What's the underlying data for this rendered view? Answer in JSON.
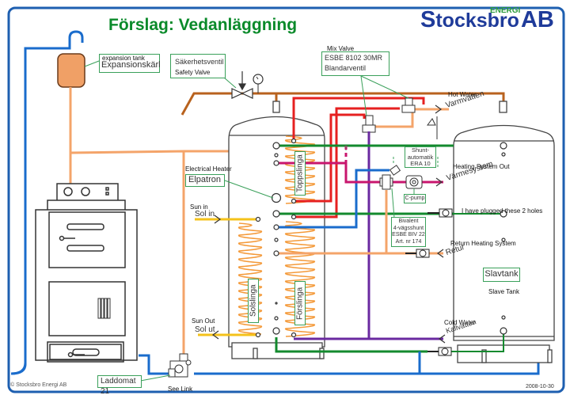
{
  "title": "Förslag: Vedanläggning",
  "logo": {
    "brand_first": "S",
    "brand_rest": "tocksbro",
    "energi": "ENERGI",
    "suffix": "AB"
  },
  "labels": {
    "expansion_tank_en": "expansion tank",
    "expansion_tank_sv": "Expansionskärl",
    "safety_valve_sv": "Säkerhetsventil",
    "safety_valve_en": "Safety Valve",
    "mix_valve_en": "Mix Valve",
    "mix_valve_model": "ESBE 8102 30MR",
    "mix_valve_sv": "Blandarventil",
    "hot_water_en": "Hot Water",
    "hot_water_sv": "Varmvatten",
    "shunt_line1": "Shunt-",
    "shunt_line2": "automatik",
    "shunt_line3": "ERA 10",
    "heating_out_en": "Heating System Out",
    "heating_out_sv": "Värmesystem",
    "cpump": "C-pump",
    "plugged_note": "I have plugged these 2 holes",
    "bivalent_line1": "Bivalent",
    "bivalent_line2": "4-vägsshunt",
    "bivalent_line3": "ESBE BIV 22",
    "bivalent_line4": "Art. nr 174",
    "return_heating_en": "Return Heating System",
    "return_heating_sv": "Retur",
    "electrical_heater_en": "Electrical Heater",
    "elpatron": "Elpatron",
    "sun_in_en": "Sun in",
    "sun_in_sv": "Sol in",
    "sun_out_en": "Sun Out",
    "sun_out_sv": "Sol ut",
    "toppslinga": "Toppslinga",
    "solslinga": "Solslinga",
    "forslinga": "Förslinga",
    "slavtank": "Slavtank",
    "slave_tank_en": "Slave Tank",
    "cold_water_en": "Cold Water",
    "cold_water_sv": "Kallvatten",
    "laddomat": "Laddomat 21",
    "see_link": "See Link",
    "copyright": "© Stocksbro Energi AB",
    "date": "2008-10-30"
  },
  "colors": {
    "frame_blue": "#1e5fb0",
    "title_green": "#0a8a2a",
    "logo_blue": "#1f3b9a",
    "pipe_brown": "#b8621e",
    "pipe_red": "#e62020",
    "pipe_green": "#138a2e",
    "pipe_blue": "#1a6ccc",
    "pipe_orange": "#f4a46a",
    "pipe_purple": "#6a2aa0",
    "pipe_magenta": "#c8166e",
    "pipe_yellow": "#f4c21a",
    "coil_orange": "#f49a3a",
    "label_box_green": "#3aa05a",
    "expansion_tank_fill": "#f0a066"
  }
}
